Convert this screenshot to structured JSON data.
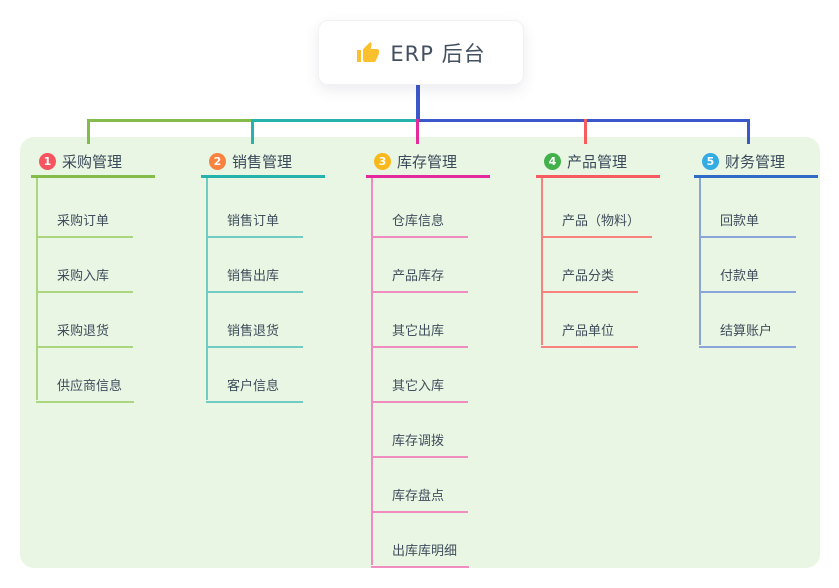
{
  "root": {
    "title": "ERP 后台",
    "icon": "thumbs-up-icon"
  },
  "branches": [
    {
      "badge": "1",
      "label": "采购管理",
      "badge_color": "#f8545f",
      "line_color": "#85bb4a",
      "child_line_color": "#abd57f",
      "children": [
        "采购订单",
        "采购入库",
        "采购退货",
        "供应商信息"
      ]
    },
    {
      "badge": "2",
      "label": "销售管理",
      "badge_color": "#f9823e",
      "line_color": "#26b3ab",
      "child_line_color": "#6fccc3",
      "children": [
        "销售订单",
        "销售出库",
        "销售退货",
        "客户信息"
      ]
    },
    {
      "badge": "3",
      "label": "库存管理",
      "badge_color": "#f9b81c",
      "line_color": "#e32b9d",
      "child_line_color": "#f18cc0",
      "children": [
        "仓库信息",
        "产品库存",
        "其它出库",
        "其它入库",
        "库存调拨",
        "库存盘点",
        "出库库明细"
      ]
    },
    {
      "badge": "4",
      "label": "产品管理",
      "badge_color": "#43b14b",
      "line_color": "#f65b60",
      "child_line_color": "#f8827d",
      "children": [
        "产品（物料）",
        "产品分类",
        "产品单位"
      ]
    },
    {
      "badge": "5",
      "label": "财务管理",
      "badge_color": "#33ace4",
      "line_color": "#2e6ac6",
      "child_line_color": "#89a5da",
      "children": [
        "回款单",
        "付款单",
        "结算账户"
      ]
    }
  ],
  "colors": {
    "root_connector": "#3c57cb",
    "panel_background": "#e9f6e4",
    "canvas_background": "#ffffff",
    "text": "#3b4a5a",
    "thumb_icon": "#fbc02d"
  }
}
